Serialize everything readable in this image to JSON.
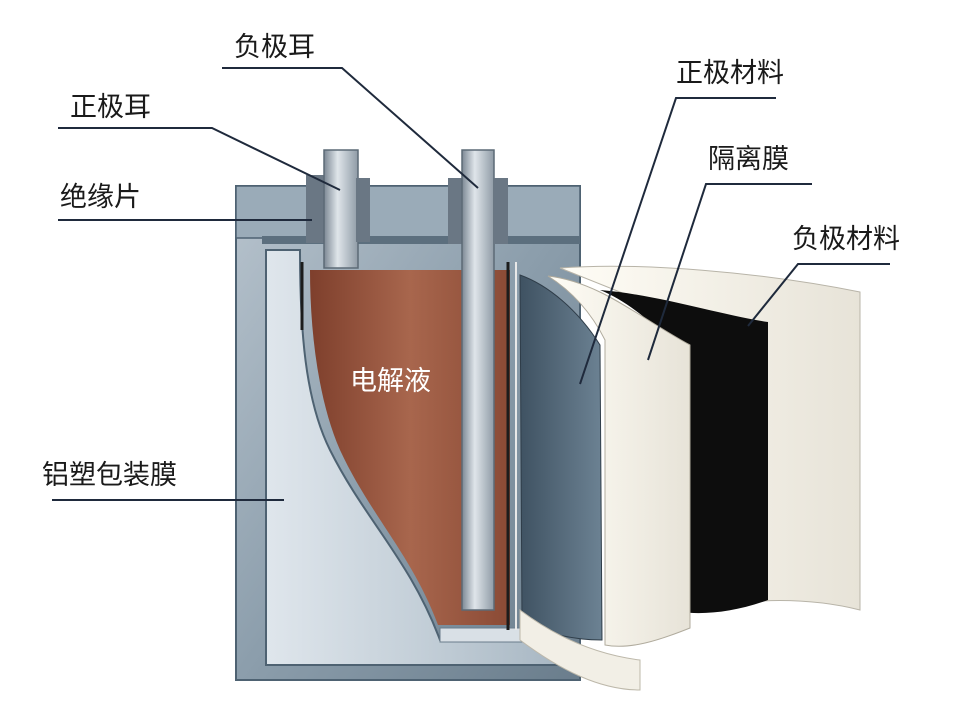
{
  "labels": {
    "negative_tab": "负极耳",
    "positive_tab": "正极耳",
    "insulation_sheet": "绝缘片",
    "aluminum_plastic_film": "铝塑包装膜",
    "electrolyte": "电解液",
    "positive_material": "正极材料",
    "separator": "隔离膜",
    "negative_material": "负极材料"
  },
  "colors": {
    "casing": "#7f93a3",
    "casing_dark": "#4e6272",
    "electrolyte": "#9b5a44",
    "separator_white": "#f6f3ea",
    "black_layer": "#0d0d0d",
    "leader_line": "#1f2a3c"
  }
}
